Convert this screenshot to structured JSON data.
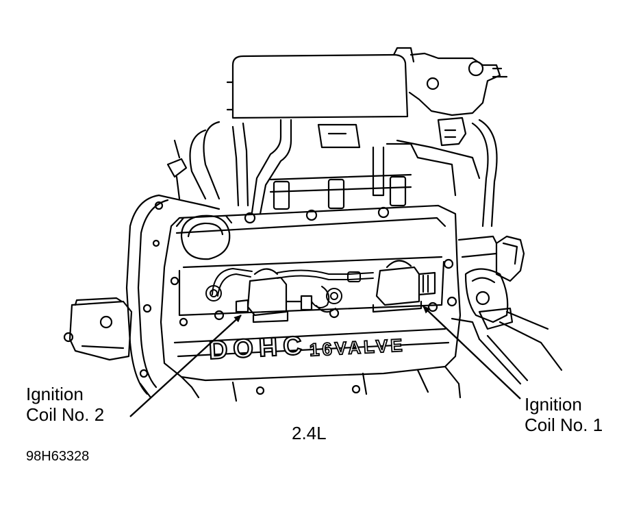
{
  "labels": {
    "coil2_line1": "Ignition",
    "coil2_line2": "Coil No. 2",
    "coil1_line1": "Ignition",
    "coil1_line2": "Coil No. 1",
    "engine": "2.4L",
    "figure_id": "98H63328"
  },
  "cover_text": {
    "dohc": "DOHC",
    "valve": "16VALVE"
  }
}
